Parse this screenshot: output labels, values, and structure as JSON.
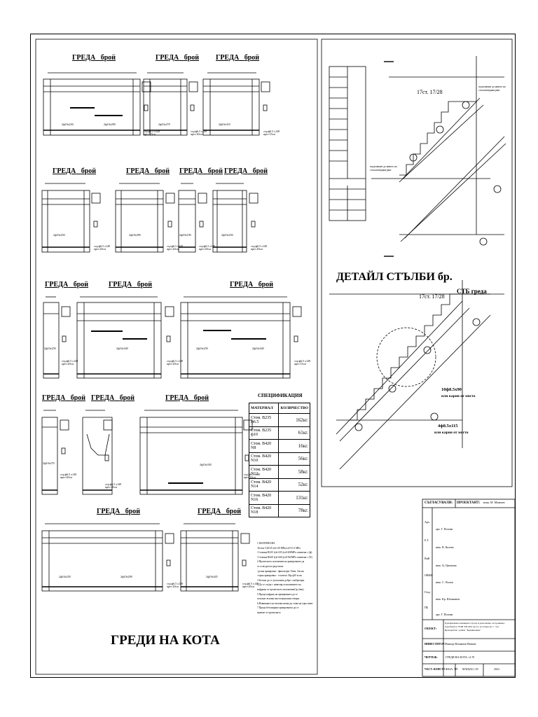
{
  "beams": {
    "label": "ГРЕДА",
    "count_label": "брой",
    "stirrups_20": "стр.ф6.5 х149 през 20см",
    "stirrups_15": "стр.ф6.5 х149 през 15см",
    "bars": [
      "2ф10x230",
      "2ф10x290",
      "2ф10x270",
      "2ф10x310",
      "2ф10x250",
      "2ф10x340",
      "2ф10x190",
      "2ф10x330",
      "2ф10x445"
    ]
  },
  "drawing_title": "ГРЕДИ НА КОТА",
  "stair": {
    "top_label": "17ст. 17/28",
    "note_landing": "подложване до нивото на стъпаловидния ранг",
    "detail_title": "ДЕТАЙЛ СТЪЛБИ бр.",
    "detail_steps": "17ст. 17/28",
    "beam_label": "СТБ греда",
    "rebar1": "10ф8.5х90",
    "rebar1_note": "или кария от място",
    "rebar2": "4ф8.5х115",
    "rebar2_note": "или кария от място"
  },
  "spec": {
    "title": "СПЕЦИФИКАЦИЯ",
    "headers": [
      "МАТЕРИАЛ",
      "КОЛИЧЕСТВО"
    ],
    "rows": [
      [
        "Стом. В235 ф6.5",
        "162кг."
      ],
      [
        "Стом. В235 ф10",
        "61кг."
      ],
      [
        "Стом. В420 N8",
        "16кг."
      ],
      [
        "Стом. В420 N10",
        "56кг."
      ],
      [
        "Стом. В420 N12",
        "58кг."
      ],
      [
        "Стом. В420 N14",
        "52кг."
      ],
      [
        "Стом. В420 N16",
        "131кг."
      ],
      [
        "Стом. В420 N18",
        "78кг."
      ]
    ]
  },
  "notes": [
    "1.МАТЕРИАЛИ:",
    "-Бетон C20/25 fck=20 MPa,fcd=13.3 MPa",
    "-Стомана B235 fyk=235,fyd=200MPa означена с (ф)",
    "-Стомана B420 fyk=420,fyd=365MPa означена с (N)",
    "2.Проектното положение на армировката да",
    "се осигури посредством:",
    "-долна армировка - фиксатори 15мм. 4/м.кв.",
    "-горна армировка - столчета 3бр.ф10 м.кв.",
    "3.Бетона да се уплътнява добре с вибратори.",
    "4.Да се следи с нивелир отклонението на",
    "кофража от проектното положение(1р.2мм).",
    "5.Преди кофраж на армировката да се",
    "положат всички инсталационни отвори.",
    "6.Извиването на всички кюни да става на едно ниво",
    "7.Преди бетониране армировката да се",
    "приеме от проектанта"
  ],
  "title_block": {
    "approved_label": "СЪГЛАСУВАЛИ:",
    "designer_label": "ПРОЕКТАНТ:",
    "designer_name": "инж. И. Манчев",
    "roles": [
      {
        "part": "Арх.",
        "name": "арх. Г. Попова"
      },
      {
        "part": "Е.Т.",
        "name": "инж. В. Колева"
      },
      {
        "part": "ВиК",
        "name": "инж. Ц. Цветкова"
      },
      {
        "part": "ОВКВ",
        "name": "инж. С. Попов"
      },
      {
        "part": "Геод.",
        "name": "инж. Кр. Шопманов"
      },
      {
        "part": "ПБ",
        "name": "арх. Г. Попова"
      }
    ],
    "object_label": "ОБЕКТ:",
    "object_text": "Еднофамилна жилищна сграда и допълващо застрояване-подобекти в УПИ XII-493, кв.12, по плана на с. \"Св. Врачаребов\", район \"Кремиковци\"",
    "investor_label": "ИНВЕСТИТОР:",
    "investor_name": "Виктор Юлианов Маньев",
    "sheet_label": "ЧЕРТЕЖ:",
    "sheet_name": "ГРЕДИ НА КОТА +2.70",
    "part_label": "ЧАСТ: КОНСТР.",
    "phase_label": "ФАЗА: ТП",
    "scale_label": "МАЩАБ 1:50",
    "year": "2024"
  }
}
